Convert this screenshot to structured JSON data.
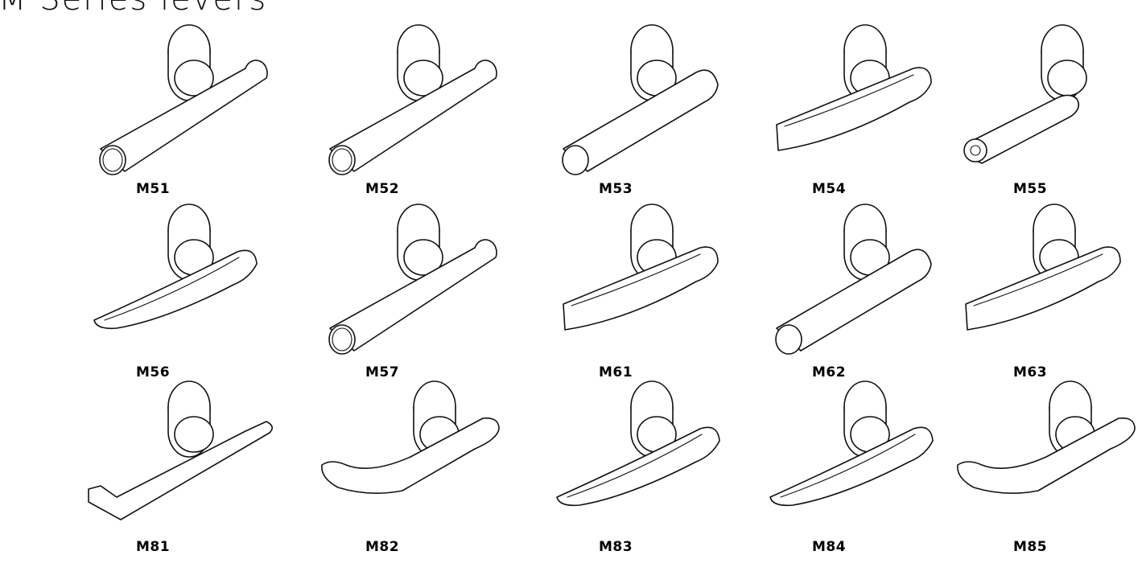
{
  "header": {
    "title": "M Series levers"
  },
  "levers": [
    {
      "code": "M51"
    },
    {
      "code": "M52"
    },
    {
      "code": "M53"
    },
    {
      "code": "M54"
    },
    {
      "code": "M55"
    },
    {
      "code": "M56"
    },
    {
      "code": "M57"
    },
    {
      "code": "M61"
    },
    {
      "code": "M62"
    },
    {
      "code": "M63"
    },
    {
      "code": "M81"
    },
    {
      "code": "M82"
    },
    {
      "code": "M83"
    },
    {
      "code": "M84"
    },
    {
      "code": "M85"
    }
  ]
}
